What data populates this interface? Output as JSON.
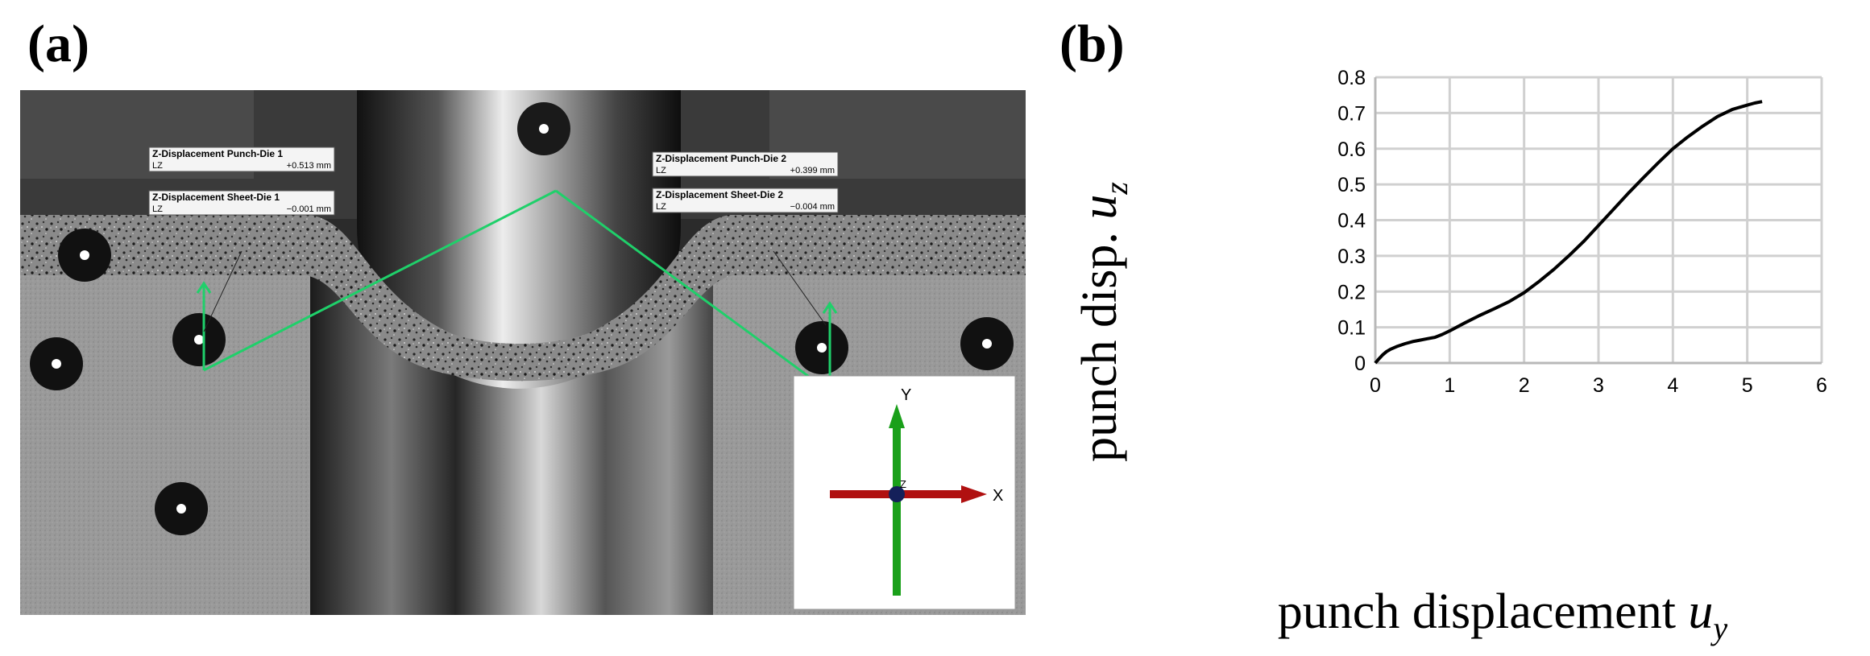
{
  "panels": {
    "a_label": "(a)",
    "b_label": "(b)"
  },
  "photo": {
    "measurements": [
      {
        "title": "Z-Displacement Punch-Die 1",
        "axis": "LZ",
        "value": "+0.513 mm"
      },
      {
        "title": "Z-Displacement Sheet-Die 1",
        "axis": "LZ",
        "value": "−0.001 mm"
      },
      {
        "title": "Z-Displacement Punch-Die 2",
        "axis": "LZ",
        "value": "+0.399 mm"
      },
      {
        "title": "Z-Displacement Sheet-Die 2",
        "axis": "LZ",
        "value": "−0.004 mm"
      }
    ],
    "triad": {
      "y_label": "Y",
      "x_label": "X",
      "z_label": "Z",
      "x_color": "#b01010",
      "y_color": "#1aa01a",
      "z_color": "#14205a"
    },
    "vector_color": "#1fd06a"
  },
  "chart_data": {
    "type": "line",
    "xlabel_main": "punch displacement ",
    "xlabel_sym": "u",
    "xlabel_sub": "y",
    "ylabel_main": "punch disp. ",
    "ylabel_sym": "u",
    "ylabel_sub": "z",
    "xlim": [
      0,
      6
    ],
    "ylim": [
      0,
      0.8
    ],
    "xticks": [
      "0",
      "1",
      "2",
      "3",
      "4",
      "5",
      "6"
    ],
    "yticks": [
      "0",
      "0.1",
      "0.2",
      "0.3",
      "0.4",
      "0.5",
      "0.6",
      "0.7",
      "0.8"
    ],
    "grid": true,
    "line_color": "#000000",
    "series": [
      {
        "x": [
          0,
          0.05,
          0.1,
          0.15,
          0.2,
          0.3,
          0.4,
          0.5,
          0.6,
          0.7,
          0.8,
          0.9,
          1.0,
          1.2,
          1.4,
          1.6,
          1.8,
          2.0,
          2.2,
          2.4,
          2.6,
          2.8,
          3.0,
          3.2,
          3.4,
          3.6,
          3.8,
          4.0,
          4.2,
          4.4,
          4.6,
          4.8,
          5.0,
          5.1,
          5.2
        ],
        "y": [
          0,
          0.012,
          0.023,
          0.032,
          0.038,
          0.047,
          0.054,
          0.06,
          0.064,
          0.068,
          0.072,
          0.08,
          0.09,
          0.112,
          0.133,
          0.152,
          0.172,
          0.197,
          0.228,
          0.262,
          0.3,
          0.34,
          0.385,
          0.43,
          0.475,
          0.518,
          0.56,
          0.6,
          0.633,
          0.663,
          0.69,
          0.71,
          0.722,
          0.728,
          0.732
        ]
      }
    ]
  }
}
